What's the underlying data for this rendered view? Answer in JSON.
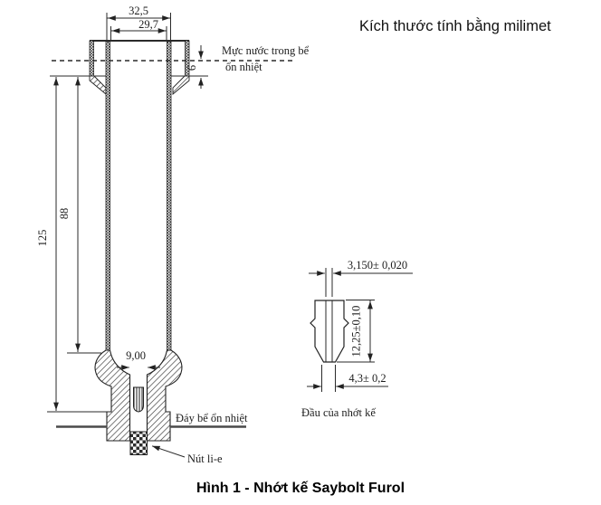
{
  "note": "Kích thước tính bằng milimet",
  "caption": "Hình 1 - Nhớt kế Saybolt Furol",
  "main_view": {
    "dims": {
      "rim_outer_diameter": "32,5",
      "rim_inner_diameter": "29,7",
      "water_depth_above_rim": "6",
      "overall_height": "125",
      "tube_height": "88",
      "bowl_outlet_width": "9,00"
    },
    "labels": {
      "water_level_line1": "Mực nước trong bể",
      "water_level_line2": "ổn nhiệt",
      "bath_bottom": "Đáy bể ổn nhiệt",
      "cork": "Nút li-e"
    }
  },
  "detail_view": {
    "dims": {
      "bore_diameter": "3,150± 0,020",
      "tip_length": "12,25±0,10",
      "outlet_diameter": "4,3± 0,2"
    },
    "label": "Đầu của nhớt kế"
  },
  "colors": {
    "line": "#2a2a2a",
    "background": "#ffffff"
  }
}
